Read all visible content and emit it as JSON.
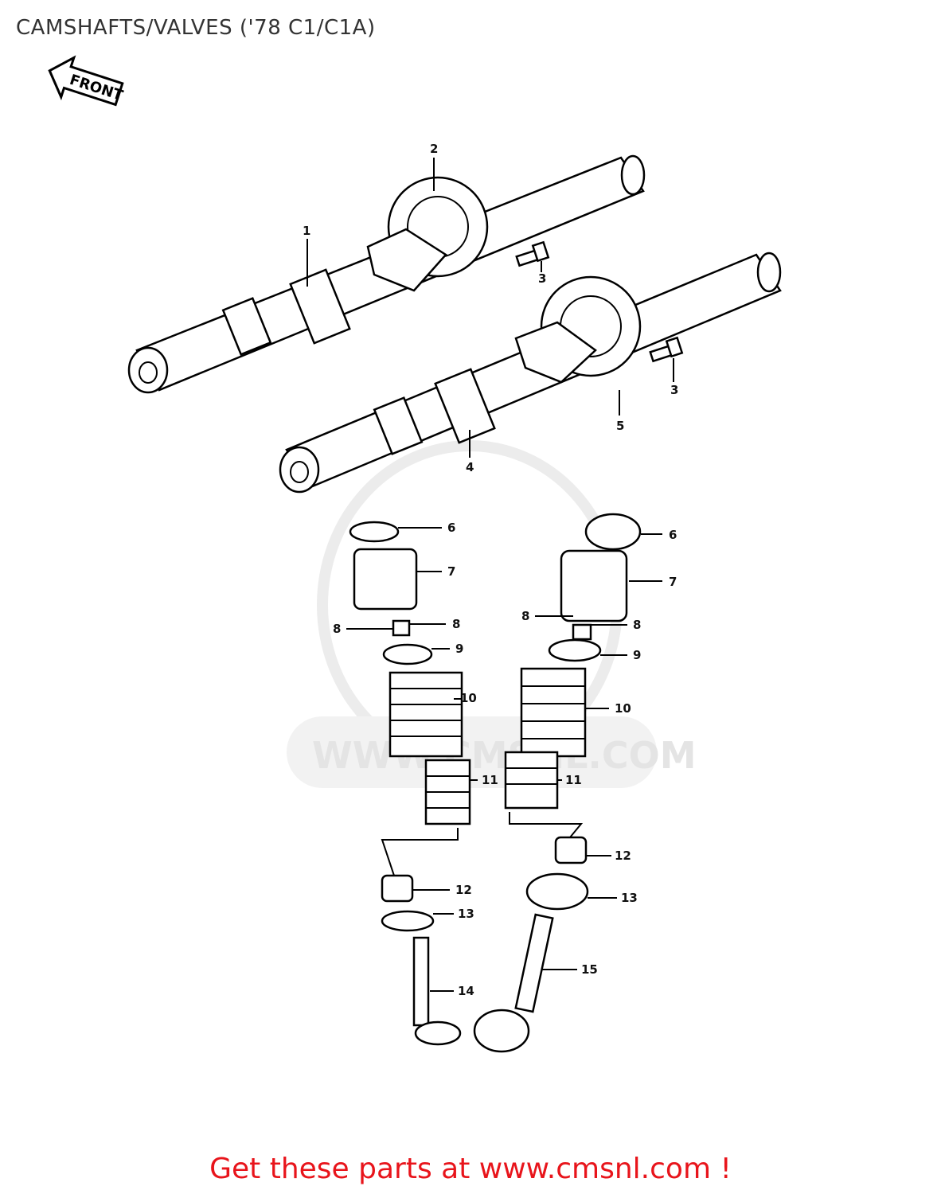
{
  "title": "CAMSHAFTS/VALVES ('78 C1/C1A)",
  "front_label": "FRONT",
  "watermark": "WWW.CMSNL.COM",
  "footer": "Get these parts at www.cmsnl.com !",
  "colors": {
    "footer": "#e8141b",
    "title": "#333333",
    "watermark": "#e4e4e4"
  },
  "callouts": [
    "1",
    "2",
    "3",
    "3",
    "4",
    "5",
    "6",
    "6",
    "7",
    "7",
    "8",
    "8",
    "8",
    "8",
    "9",
    "9",
    "10",
    "10",
    "11",
    "11",
    "12",
    "12",
    "13",
    "13",
    "14",
    "15"
  ]
}
